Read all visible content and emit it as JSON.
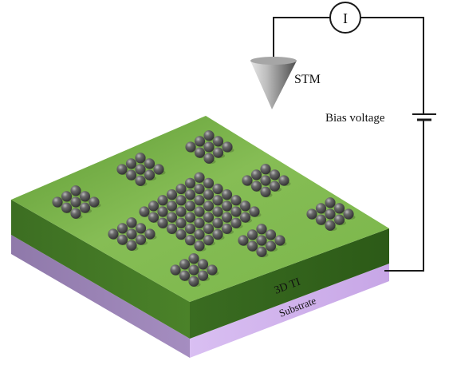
{
  "labels": {
    "ammeter": "I",
    "tip": "STM",
    "bias": "Bias voltage",
    "top_layer": "3D TI",
    "bottom_layer": "Substrate"
  },
  "colors": {
    "wire": "#1a1a1a",
    "ti_top_light": "#8fc25c",
    "ti_top_dark": "#4f8a2a",
    "ti_side_front": "#3f7324",
    "ti_side_right": "#2f5f1a",
    "substrate_front": "#c9a9e6",
    "substrate_right": "#9c86b4",
    "atom": "#4a4a4a",
    "tip_light": "#d9d9d9",
    "tip_dark": "#5a5a5a"
  },
  "clusters": [
    {
      "name": "cluster-top-center",
      "rows": 3
    },
    {
      "name": "cluster-upper-left",
      "rows": 3
    },
    {
      "name": "cluster-upper-right",
      "rows": 3
    },
    {
      "name": "cluster-far-left",
      "rows": 3
    },
    {
      "name": "cluster-center-large",
      "rows": 7
    },
    {
      "name": "cluster-far-right",
      "rows": 3
    },
    {
      "name": "cluster-mid-left",
      "rows": 3
    },
    {
      "name": "cluster-mid-right",
      "rows": 3
    },
    {
      "name": "cluster-front",
      "rows": 3
    }
  ]
}
